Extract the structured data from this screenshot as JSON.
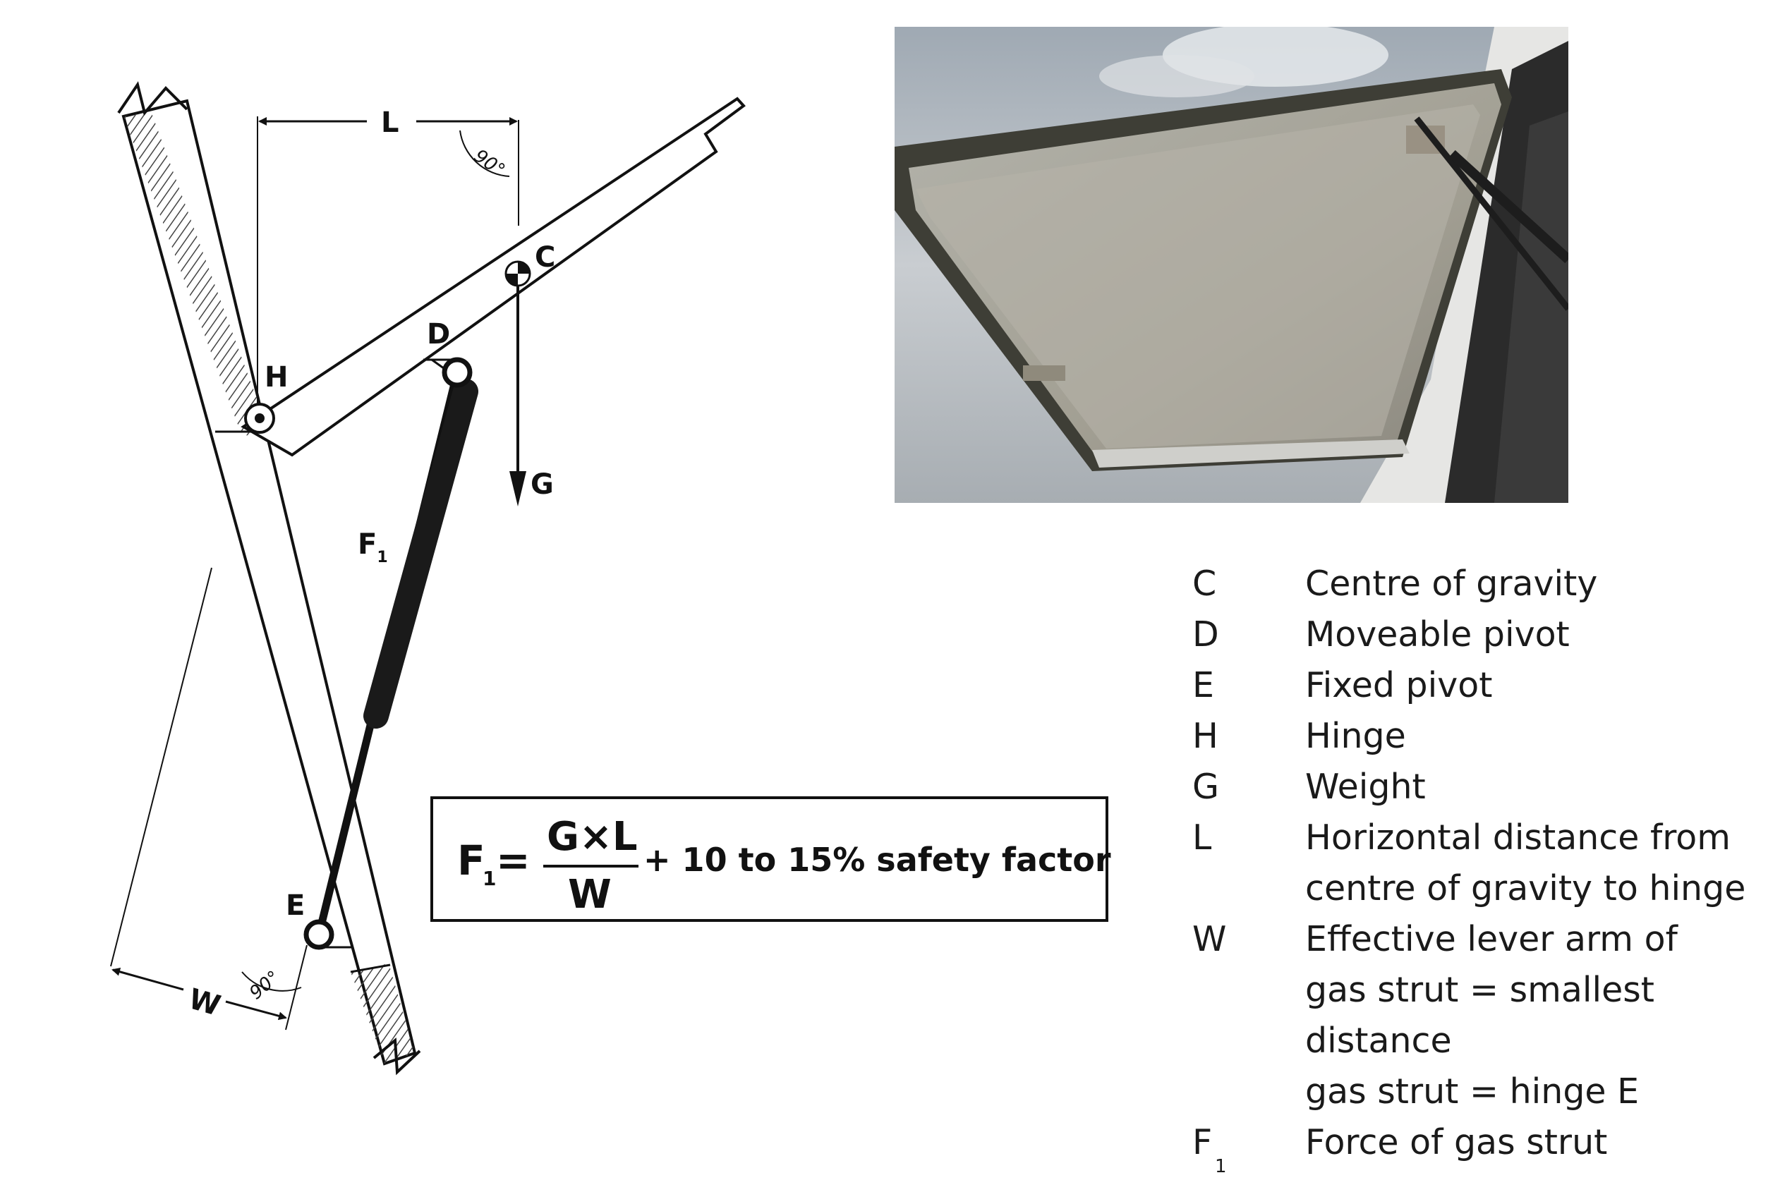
{
  "diagram": {
    "labels": {
      "L": "L",
      "C": "C",
      "D": "D",
      "H": "H",
      "G": "G",
      "E": "E",
      "W": "W",
      "F1_main": "F",
      "F1_sub": "1"
    },
    "angle_top": "90°",
    "angle_bottom": "90°"
  },
  "formula": {
    "lhs": "F",
    "lhs_sub": "1",
    "equals": "=",
    "numerator": "G×L",
    "denominator": "W",
    "suffix": "+ 10 to 15% safety factor"
  },
  "legend": [
    {
      "symbol": "C",
      "description": "Centre of gravity"
    },
    {
      "symbol": "D",
      "description": "Moveable pivot"
    },
    {
      "symbol": "E",
      "description": "Fixed pivot"
    },
    {
      "symbol": "H",
      "description": "Hinge"
    },
    {
      "symbol": "G",
      "description": "Weight"
    },
    {
      "symbol": "L",
      "description": "Horizontal distance from\ncentre of gravity to hinge"
    },
    {
      "symbol": "W",
      "description": "Effective lever arm of\ngas strut = smallest distance\ngas strut = hinge E"
    },
    {
      "symbol": "F",
      "symbol_sub": "1",
      "description": "Force of gas strut"
    }
  ],
  "colors": {
    "strut": "#1a1a1a",
    "line": "#111111",
    "hatch": "#444444"
  }
}
